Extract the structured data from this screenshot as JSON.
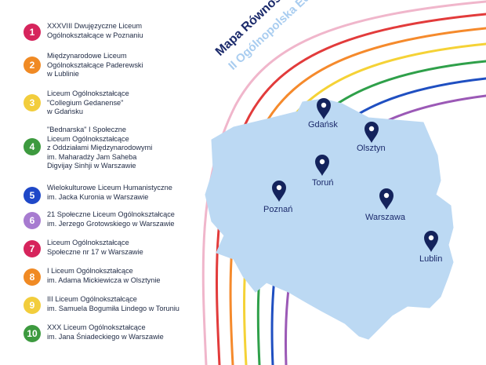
{
  "title": {
    "main": "Mapa Równości",
    "sub": "II Ogólnopolska Edycja"
  },
  "colors": {
    "navy": "#1b2a6b",
    "map_fill": "#bcd9f3",
    "pin": "#14235c",
    "rainbow": [
      "#e8b4c8",
      "#e23b3b",
      "#f58a2c",
      "#f5d236",
      "#2fa04a",
      "#1f4fc1",
      "#9b59b6"
    ]
  },
  "schools": [
    {
      "number": "1",
      "color": "#d6245c",
      "icon": "number-badge",
      "name": "XXXVIII Dwujęzyczne Liceum\nOgólnokształcące w Poznaniu"
    },
    {
      "number": "2",
      "color": "#f08a24",
      "icon": "number-badge",
      "name": "Międzynarodowe Liceum\nOgólnokształcące Paderewski\nw Lublinie"
    },
    {
      "number": "3",
      "color": "#f2cd3c",
      "icon": "number-badge",
      "name": "Liceum Ogólnokształcące\n\"Collegium Gedanense\"\nw Gdańsku"
    },
    {
      "number": "4",
      "color": "#3d9a3f",
      "icon": "number-badge",
      "name": "\"Bednarska\" I Społeczne\nLiceum Ogólnokształcące\nz Oddziałami Międzynarodowymi\nim. Maharadży Jam Saheba\nDigvijay Sinhji w Warszawie"
    },
    {
      "number": "5",
      "color": "#1f48c8",
      "icon": "number-badge",
      "name": "Wielokulturowe Liceum Humanistyczne\nim. Jacka Kuronia w Warszawie"
    },
    {
      "number": "6",
      "color": "#a77bd0",
      "icon": "number-badge",
      "name": "21 Społeczne Liceum Ogólnokształcące\nim. Jerzego Grotowskiego w Warszawie"
    },
    {
      "number": "7",
      "color": "#d6245c",
      "icon": "number-badge",
      "name": "Liceum Ogólnokształcące\nSpołeczne nr 17 w Warszawie"
    },
    {
      "number": "8",
      "color": "#f08a24",
      "icon": "number-badge",
      "name": "I Liceum Ogólnokształcące\nim. Adama Mickiewicza w Olsztynie"
    },
    {
      "number": "9",
      "color": "#f2cd3c",
      "icon": "number-badge",
      "name": "III Liceum Ogólnokształcące\nim. Samuela Bogumiła Lindego w Toruniu"
    },
    {
      "number": "10",
      "color": "#3d9a3f",
      "icon": "number-badge",
      "name": "XXX Liceum Ogólnokształcące\nim. Jana Śniadeckiego w Warszawie"
    }
  ],
  "cities": [
    {
      "name": "Gdańsk",
      "icon": "map-pin-icon"
    },
    {
      "name": "Olsztyn",
      "icon": "map-pin-icon"
    },
    {
      "name": "Toruń",
      "icon": "map-pin-icon"
    },
    {
      "name": "Poznań",
      "icon": "map-pin-icon"
    },
    {
      "name": "Warszawa",
      "icon": "map-pin-icon"
    },
    {
      "name": "Lublin",
      "icon": "map-pin-icon"
    }
  ]
}
